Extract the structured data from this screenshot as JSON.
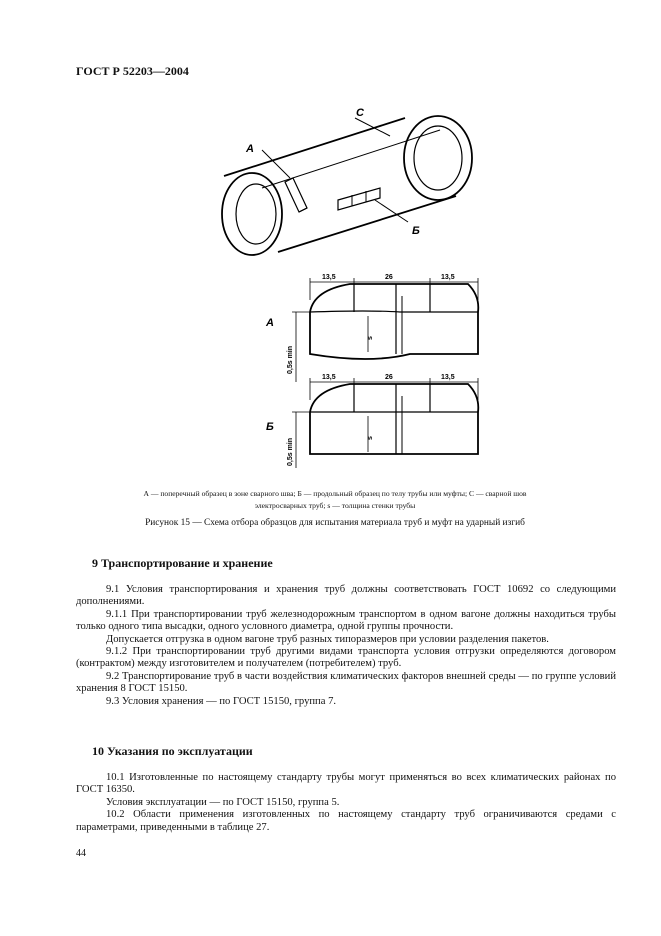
{
  "header": {
    "doc_id": "ГОСТ Р 52203—2004"
  },
  "figure": {
    "labels": {
      "c": "С",
      "a": "А",
      "b": "Б"
    },
    "dims": {
      "left": "13,5",
      "middle": "26",
      "right": "13,5",
      "min": "0,5s min",
      "s": "s"
    }
  },
  "legend": [
    "А — поперечный образец в зоне сварного шва; Б — продольный образец по телу трубы или муфты; С — сварной шов",
    "электросварных труб; s — толщина стенки трубы"
  ],
  "caption": "Рисунок 15 — Схема отбора образцов для испытания материала труб и муфт на ударный изгиб",
  "section9": {
    "title": "9  Транспортирование и хранение",
    "paragraphs": [
      "9.1 Условия транспортирования и хранения труб должны соответствовать ГОСТ 10692 со следующими дополнениями.",
      "9.1.1 При транспортировании труб железнодорожным транспортом в одном вагоне должны находиться трубы только одного типа высадки, одного условного диаметра, одной группы прочности.",
      "Допускается отгрузка в одном вагоне труб разных типоразмеров при условии разделения пакетов.",
      "9.1.2 При транспортировании труб другими видами транспорта условия отгрузки определяются договором (контрактом) между изготовителем и получателем (потребителем) труб.",
      "9.2 Транспортирование труб в части воздействия климатических факторов внешней среды — по группе условий хранения 8 ГОСТ 15150.",
      "9.3 Условия хранения — по ГОСТ 15150, группа 7."
    ]
  },
  "section10": {
    "title": "10  Указания по эксплуатации",
    "paragraphs": [
      "10.1 Изготовленные по настоящему стандарту трубы могут применяться во всех климатических районах по ГОСТ 16350.",
      "Условия эксплуатации — по ГОСТ 15150, группа 5.",
      "10.2 Области применения изготовленных по настоящему стандарту труб ограничиваются средами с параметрами, приведенными в таблице 27."
    ]
  },
  "page_number": "44"
}
